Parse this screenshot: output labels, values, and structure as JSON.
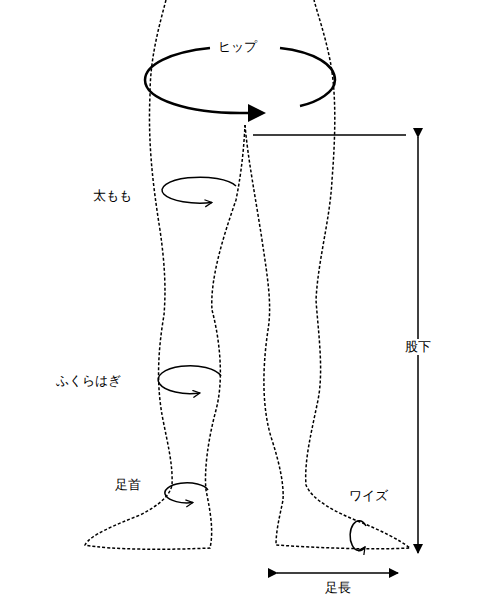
{
  "diagram": {
    "labels": [
      "ヒップ",
      "太もも",
      "ふくらはぎ",
      "足首",
      "ワイズ",
      "股下",
      "足長"
    ]
  }
}
